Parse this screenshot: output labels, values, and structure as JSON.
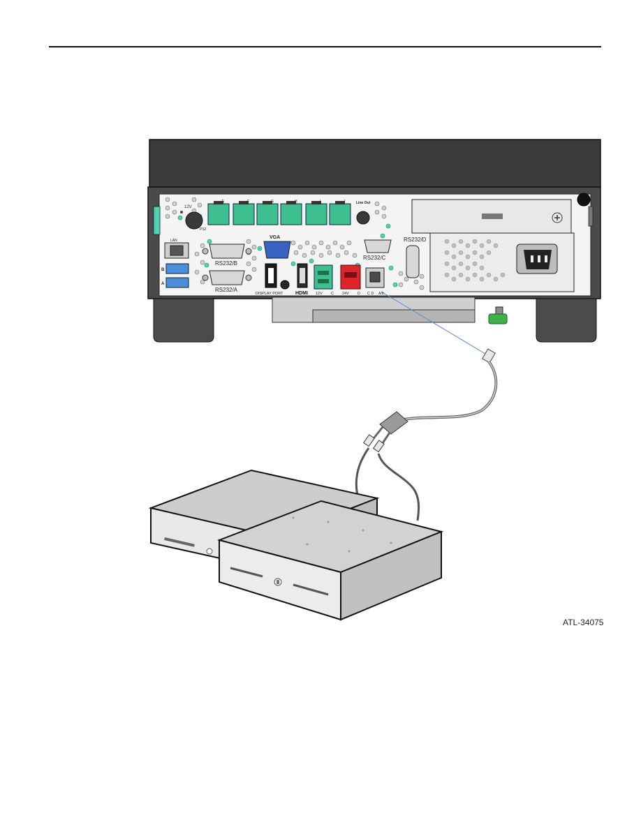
{
  "document": {
    "figure_id": "ATL-34075"
  },
  "terminal": {
    "port_labels": {
      "usb_top": [
        "E",
        "F",
        "G",
        "H",
        "I",
        "J"
      ],
      "twelve_v": "12V",
      "ps2": "PS2",
      "line_out": "Line Out",
      "lan": "LAN",
      "usb_b": "B",
      "usb_a": "A",
      "vga": "VGA",
      "rs232_b": "RS232/B",
      "rs232_a": "RS232/A",
      "rs232_c": "RS232/C",
      "rs232_d": "RS232/D",
      "display_port": "DISPLAY PORT",
      "hdmi": "HDMI",
      "powered_usb_12v": "12V",
      "powered_usb_12v_letter": "C",
      "powered_usb_24v": "24V",
      "powered_usb_24v_letter": "D",
      "cash_drawer": "C D",
      "cash_drawer_ab": "A/B"
    }
  },
  "colors": {
    "port_green": "#3dbf8f",
    "power_red": "#e0242c",
    "vga_blue": "#3a62c4",
    "usb_blue": "#4a8fd8",
    "chassis_dark": "#3a3a3a",
    "dot_teal": "#4fd1b4"
  }
}
